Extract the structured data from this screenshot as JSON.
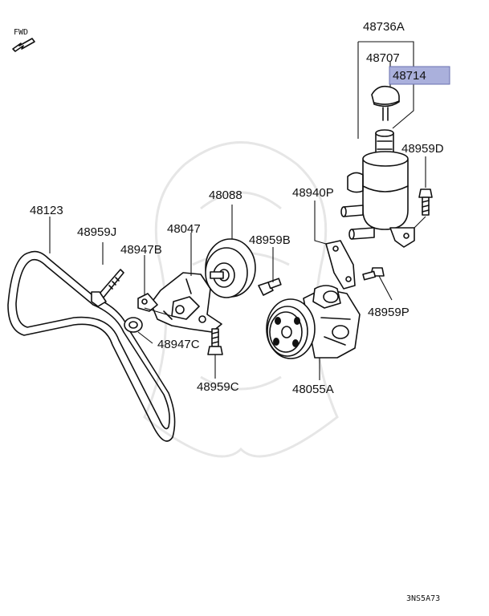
{
  "colors": {
    "highlight_fill": "#aab0dc",
    "highlight_stroke": "#6a70b0",
    "ink": "#111111"
  },
  "direction": {
    "label": "FWD",
    "icon": "arrow-down-left-icon"
  },
  "parts": {
    "p48736A": "48736A",
    "p48707": "48707",
    "p48714": "48714",
    "p48959D": "48959D",
    "p48940P": "48940P",
    "p48123": "48123",
    "p48088": "48088",
    "p48047": "48047",
    "p48959J": "48959J",
    "p48959B": "48959B",
    "p48947B": "48947B",
    "p48959P": "48959P",
    "p48947C": "48947C",
    "p48959C": "48959C",
    "p48055A": "48055A"
  },
  "highlighted_part": "48714",
  "diagram_code": "3NS5A73"
}
